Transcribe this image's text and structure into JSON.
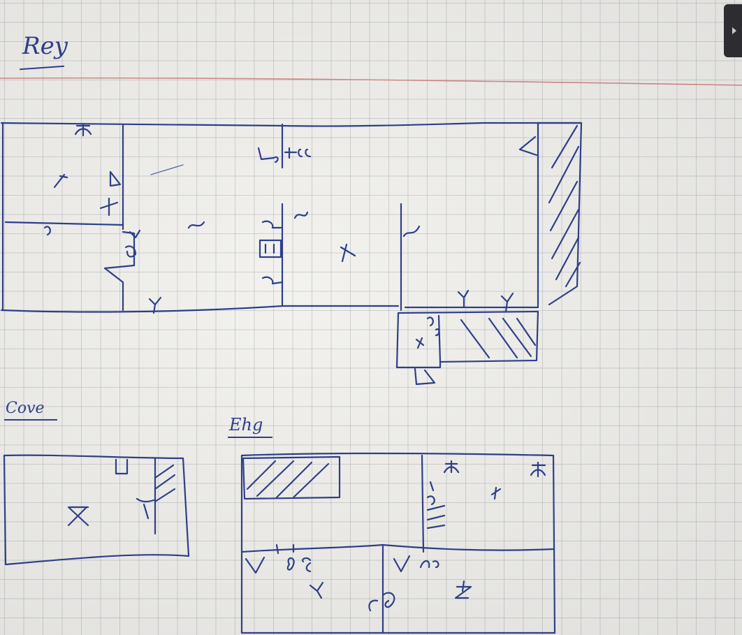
{
  "labels": {
    "plan_top": "Rey",
    "plan_left_bottom": "Cove",
    "plan_right_bottom": "Ehg"
  },
  "colors": {
    "ink": "#2d3f8c",
    "margin_line": "#d68a8a",
    "grid": "#8a8fa0",
    "paper": "#f3f2ee"
  },
  "icons": {
    "corner_tab": "play-arrow-icon"
  }
}
